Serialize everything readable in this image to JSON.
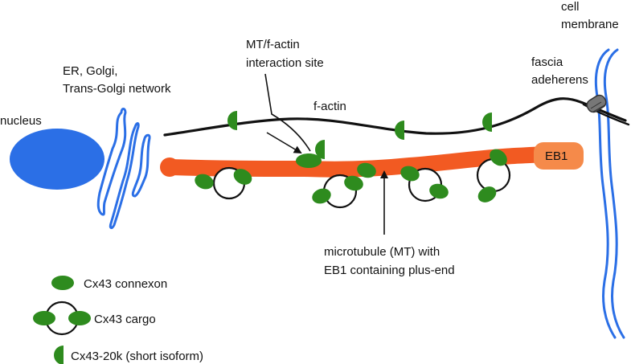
{
  "labels": {
    "nucleus": "nucleus",
    "er_line1": "ER, Golgi,",
    "er_line2": "Trans-Golgi network",
    "mt_factin_line1": "MT/f-actin",
    "mt_factin_line2": "interaction site",
    "factin": "f-actin",
    "cell_membrane_line1": "cell",
    "cell_membrane_line2": "membrane",
    "fascia_line1": "fascia",
    "fascia_line2": "adeherens",
    "eb1": "EB1",
    "microtubule_line1": "microtubule (MT) with",
    "microtubule_line2": "EB1 containing plus-end"
  },
  "legend": {
    "connexon": "Cx43 connexon",
    "cargo": "Cx43 cargo",
    "short_isoform": "Cx43-20k (short isoform)"
  },
  "colors": {
    "nucleus": "#2b6fe6",
    "membrane": "#2b6fe6",
    "microtubule": "#f25a22",
    "eb1": "#f58a4a",
    "connexon": "#2e8b1e",
    "actin": "#111111",
    "fascia": "#555555"
  }
}
